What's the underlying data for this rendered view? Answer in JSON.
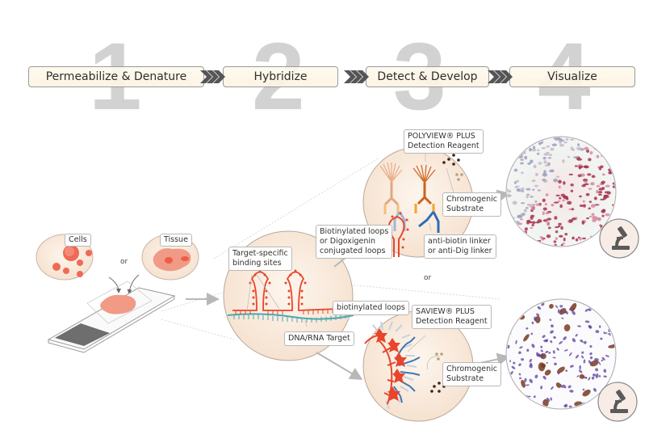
{
  "steps": [
    {
      "number": "1",
      "label": "Permeabilize & Denature"
    },
    {
      "number": "2",
      "label": "Hybridize"
    },
    {
      "number": "3",
      "label": "Detect & Develop"
    },
    {
      "number": "4",
      "label": "Visualize"
    }
  ],
  "sample": {
    "cells_label": "Cells",
    "tissue_label": "Tissue",
    "or_label": "or"
  },
  "hybridization": {
    "binding_sites_label": "Target-specific\nbinding sites",
    "dna_rna_label": "DNA/RNA Target",
    "loops_label": "Biotinylated loops\nor Digoxigenin\nconjugated loops",
    "biotinylated_label": "biotinylated loops"
  },
  "polyview": {
    "reagent_label": "POLYVIEW® PLUS\nDetection Reagent",
    "substrate_label": "Chromogenic\nSubstrate",
    "linker_label": "anti-biotin linker\nor anti-Dig linker"
  },
  "or_between_paths": "or",
  "saview": {
    "reagent_label": "SAVIEW® PLUS\nDetection Reagent",
    "substrate_label": "Chromogenic\nSubstrate"
  },
  "results": {
    "top_icon": "microscope-icon",
    "bottom_icon": "microscope-icon"
  },
  "colors": {
    "probe_red": "#e8452c",
    "target_teal": "#4aa8b0",
    "circle_fill": "#fbeee2",
    "arrow_gray": "#555555",
    "stain_red": "#a8314f",
    "stain_purple": "#5a3d9a"
  }
}
